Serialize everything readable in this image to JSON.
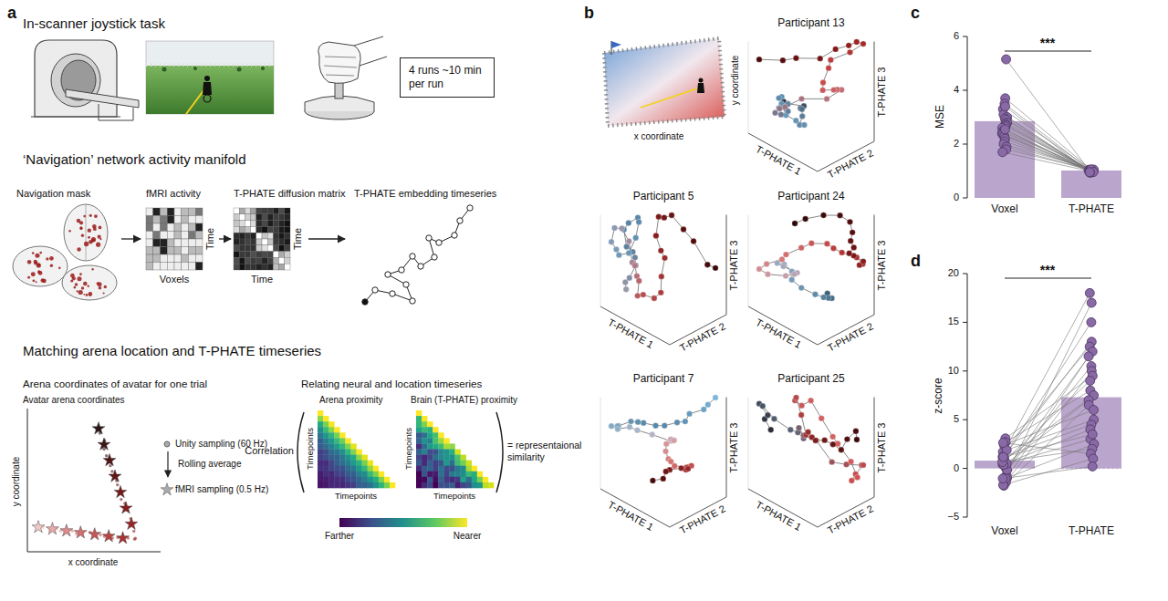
{
  "diagram": {
    "nodes": [
      {
        "text": [
          "4 runs ~10 min per run"
        ]
      }
    ],
    "labels": [
      "a",
      "In-scanner joystick task",
      "‘Navigation’ network activity manifold",
      "Navigation mask",
      "fMRI activity",
      "Time",
      "Voxels",
      "T-PHATE diffusion matrix",
      "Time",
      "Time",
      "T-PHATE embedding timeseries",
      "Matching arena location and T-PHATE timeseries",
      "Arena coordinates of avatar for one trial",
      "Avatar arena coordinates",
      "y coordinate",
      "x coordinate",
      "Unity sampling (60 Hz)",
      "Rolling average",
      "fMRI sampling (0.5 Hz)",
      "Relating neural and location timeseries",
      "Arena proximity",
      "Brain (T-PHATE) proximity",
      "Correlation",
      "Timepoints",
      "Timepoints",
      "Timepoints",
      "Timepoints",
      "= representaional similarity",
      "Farther",
      "Nearer",
      "b",
      "y coordinate",
      "x coordinate",
      "Participant 13",
      "T-PHATE 1",
      "T-PHATE 2",
      "T-PHATE 3",
      "Participant 5",
      "T-PHATE 1",
      "T-PHATE 2",
      "T-PHATE 3",
      "Participant 24",
      "T-PHATE 1",
      "T-PHATE 2",
      "T-PHATE 3",
      "Participant 7",
      "T-PHATE 1",
      "T-PHATE 2",
      "T-PHATE 3",
      "Participant 25",
      "T-PHATE 1",
      "T-PHATE 2",
      "T-PHATE 3",
      "c",
      "MSE",
      "6",
      "4",
      "2",
      "0",
      "***",
      "Voxel",
      "T-PHATE",
      "d",
      "z-score",
      "20",
      "15",
      "10",
      "5",
      "0",
      "−5",
      "***",
      "Voxel",
      "T-PHATE"
    ]
  }
}
